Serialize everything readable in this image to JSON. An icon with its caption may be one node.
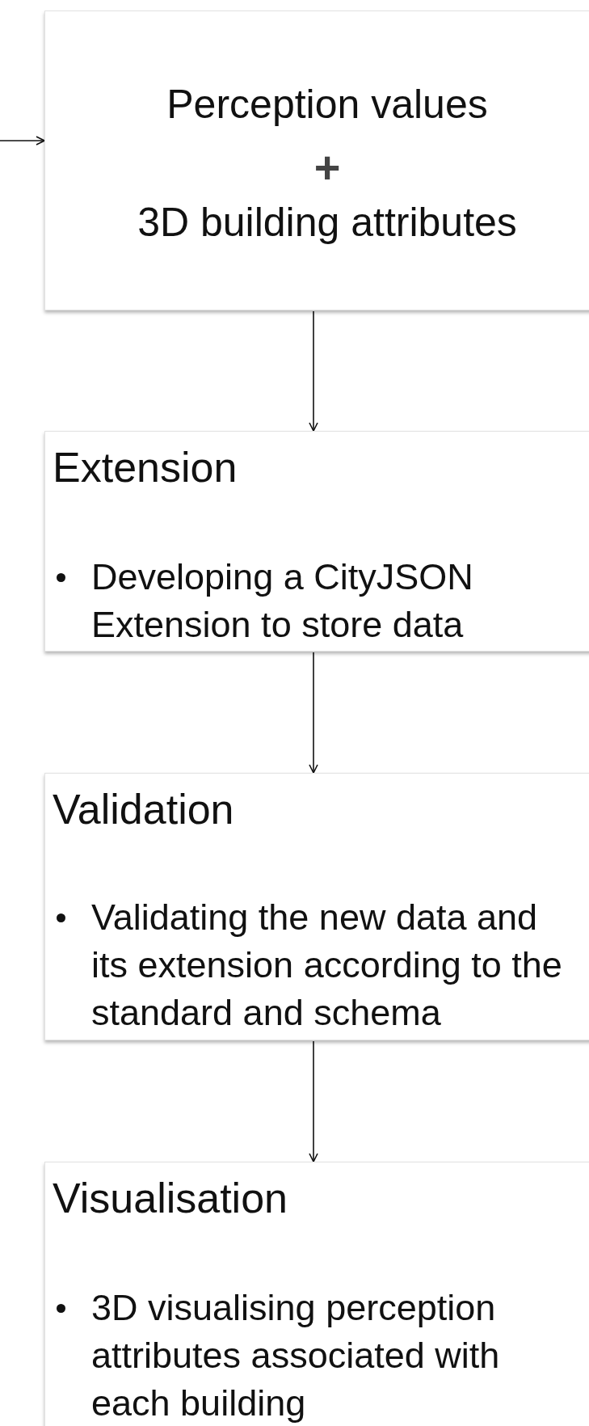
{
  "diagram": {
    "nodes": [
      {
        "text": [
          "Perception values",
          "+",
          "3D building attributes"
        ]
      },
      {
        "text": [
          "Extension",
          "Developing a CityJSON Extension to store data"
        ]
      },
      {
        "text": [
          "Validation",
          "Validating the new data and its extension according to the standard and schema"
        ]
      },
      {
        "text": [
          "Visualisation",
          "3D visualising perception attributes associated with each building"
        ]
      }
    ],
    "edges": [
      {
        "from": null,
        "to": 0,
        "arrow": "to"
      },
      {
        "from": 0,
        "to": 1,
        "arrow": "to"
      },
      {
        "from": 1,
        "to": 2,
        "arrow": "to"
      },
      {
        "from": 2,
        "to": 3,
        "arrow": "to"
      }
    ]
  }
}
